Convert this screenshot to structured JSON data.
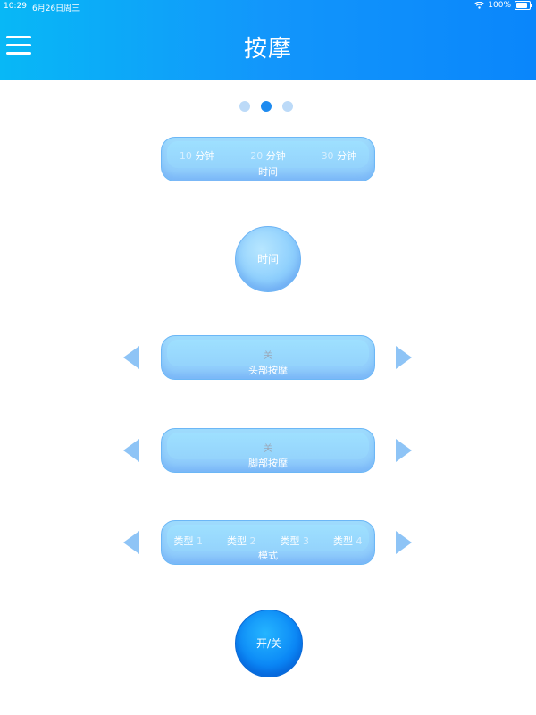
{
  "status_bar": {
    "time": "10:29",
    "date": "6月26日周三",
    "battery": "100%"
  },
  "header": {
    "title": "按摩"
  },
  "pager": {
    "count": 3,
    "active_index": 1
  },
  "time_selector": {
    "options": [
      {
        "num": "10",
        "unit": "分钟"
      },
      {
        "num": "20",
        "unit": "分钟"
      },
      {
        "num": "30",
        "unit": "分钟"
      }
    ],
    "label": "时间"
  },
  "time_button": {
    "label": "时间"
  },
  "head_massage": {
    "value": "关",
    "label": "头部按摩"
  },
  "foot_massage": {
    "value": "关",
    "label": "脚部按摩"
  },
  "mode_selector": {
    "options": [
      {
        "word": "类型",
        "num": "1"
      },
      {
        "word": "类型",
        "num": "2"
      },
      {
        "word": "类型",
        "num": "3"
      },
      {
        "word": "类型",
        "num": "4"
      }
    ],
    "label": "模式"
  },
  "power_button": {
    "label": "开/关"
  },
  "colors": {
    "header_start": "#08b8f6",
    "header_end": "#0a86fb",
    "pill": "#8cc9fb",
    "arrow": "#8ec4f6",
    "power": "#0a86f6",
    "dot_active": "#1e8bf0",
    "dot_inactive": "#bcdaf8"
  },
  "icons": {
    "menu": "hamburger-menu-icon",
    "wifi": "wifi-icon",
    "battery": "battery-icon",
    "prev": "triangle-left-icon",
    "next": "triangle-right-icon"
  }
}
